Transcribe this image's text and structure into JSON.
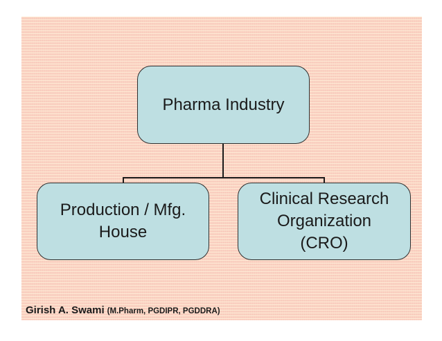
{
  "diagram": {
    "type": "org-chart",
    "root": {
      "label": "Pharma Industry"
    },
    "children": [
      {
        "label": "Production / Mfg.\nHouse"
      },
      {
        "label": "Clinical Research\nOrganization\n(CRO)"
      }
    ]
  },
  "footer": {
    "author": "Girish A. Swami",
    "credentials": "(M.Pharm, PGDIPR, PGDDRA)"
  },
  "colors": {
    "node_fill": "#bedfe2",
    "node_border": "#2e2e2e",
    "connector": "#1a1a1a",
    "slide_background": "#fad2c2",
    "slide_stripe": "#ffeed8",
    "text": "#1a1a1a"
  }
}
